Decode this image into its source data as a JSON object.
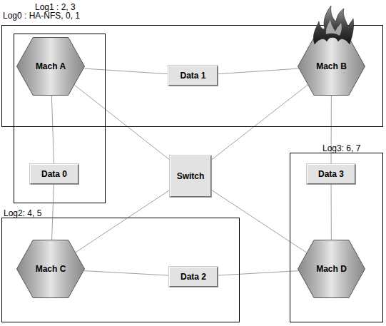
{
  "diagram": {
    "nodes": [
      {
        "text": [
          "Log0 : HA-NFS, 0, 1"
        ]
      },
      {
        "text": [
          "Log1 : 2, 3"
        ]
      },
      {
        "text": [
          "Mach A"
        ],
        "in": 1
      },
      {
        "text": [
          "Data 1"
        ],
        "in": 0
      },
      {
        "text": [
          "Mach B"
        ],
        "in": 0
      },
      {
        "text": [
          "Data 0"
        ],
        "in": 1
      },
      {
        "text": [
          "Switch"
        ]
      },
      {
        "text": [
          "Log2: 4, 5"
        ]
      },
      {
        "text": [
          "Mach C"
        ],
        "in": 7
      },
      {
        "text": [
          "Data 2"
        ],
        "in": 7
      },
      {
        "text": [
          "Log3: 6, 7"
        ]
      },
      {
        "text": [
          "Data 3"
        ],
        "in": 10
      },
      {
        "text": [
          "Mach D"
        ],
        "in": 10
      }
    ],
    "edges": [
      {
        "from": 2,
        "to": 3,
        "arrow": "none"
      },
      {
        "from": 3,
        "to": 4,
        "arrow": "none"
      },
      {
        "from": 2,
        "to": 6,
        "arrow": "none"
      },
      {
        "from": 2,
        "to": 5,
        "arrow": "none"
      },
      {
        "from": 5,
        "to": 8,
        "arrow": "none"
      },
      {
        "from": 4,
        "to": 6,
        "arrow": "none"
      },
      {
        "from": 4,
        "to": 11,
        "arrow": "none"
      },
      {
        "from": 11,
        "to": 12,
        "arrow": "none"
      },
      {
        "from": 8,
        "to": 6,
        "arrow": "none"
      },
      {
        "from": 8,
        "to": 9,
        "arrow": "none"
      },
      {
        "from": 9,
        "to": 12,
        "arrow": "none"
      },
      {
        "from": 6,
        "to": 12,
        "arrow": "none"
      }
    ]
  }
}
